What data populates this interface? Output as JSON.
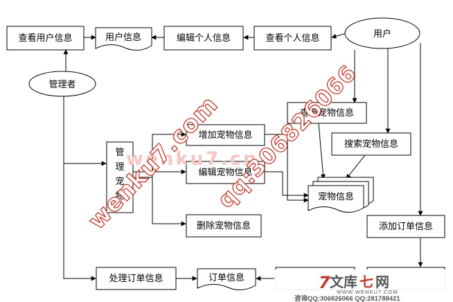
{
  "nodes": {
    "view_user_info": "查看用户信息",
    "user_info_doc": "用户信息",
    "edit_profile": "编辑个人信息",
    "view_profile": "查看个人信息",
    "user": "用户",
    "admin": "管理者",
    "view_pet_info": "查看宠物信息",
    "search_pet_info": "搜索宠物信息",
    "manage_pet": [
      "管",
      "理",
      "宠",
      "物"
    ],
    "add_pet_info": "增加宠物信息",
    "edit_pet_info": "编辑宠物信息",
    "delete_pet_info": "删除宠物信息",
    "pet_info_doc": "宠物信息",
    "add_order_info": "添加订单信息",
    "process_order_info": "处理订单信息",
    "order_info_doc": "订单信息"
  },
  "watermarks": {
    "diagonal_site": "wenku7.com",
    "diagonal_qq": "qq:306826066",
    "faint_center": "wenku7.cn",
    "brand_char1": "7",
    "brand_word": "文库",
    "brand_char2": "七",
    "brand_char3": "网",
    "brand_url": "WWW.WENKU7.COM",
    "contact": "咨询QQ:306826066 QQ:281788421"
  },
  "colors": {
    "line": "#000000",
    "watermark_red": "#c0392b",
    "watermark_faint": "#f4c7c3",
    "brand_gray": "#555555"
  }
}
